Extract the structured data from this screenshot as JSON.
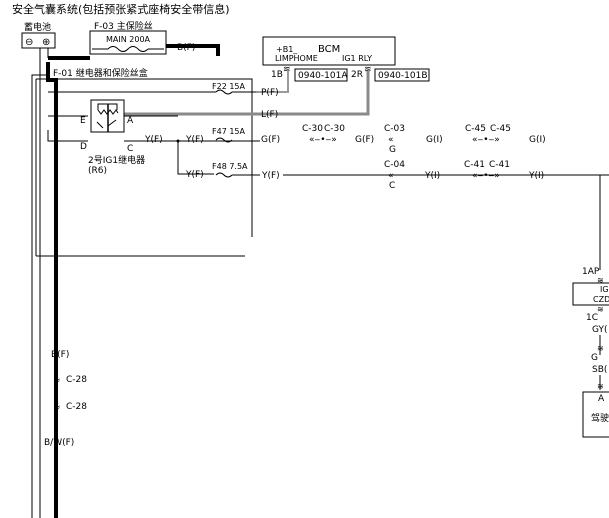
{
  "title": "安全气囊系统(包括预张紧式座椅安全带信息)",
  "battery": {
    "label": "蓄电池",
    "minus": "⊖",
    "plus": "⊕"
  },
  "main_fuse": {
    "code": "F-03 主保险丝",
    "name": "MAIN 200A",
    "wire": "B(F)"
  },
  "relay_box": {
    "code": "F-01 继电器和保险丝盒"
  },
  "bcm": {
    "pin_top": "+B1_",
    "pin_name": "LIMPHOME",
    "title": "BCM",
    "relay": "IG1 RLY",
    "pin1": "1B",
    "conn1": "0940-101A",
    "pin2": "2R",
    "conn2": "0940-101B"
  },
  "fuses": {
    "f22": "F22 15A",
    "f47": "F47 15A",
    "f48": "F48 7.5A"
  },
  "relay": {
    "term_e": "E",
    "term_a": "A",
    "term_d": "D",
    "term_c": "C",
    "name": "2号IG1继电器",
    "code": "(R6)"
  },
  "wires": {
    "p_f": "P(F)",
    "l_f": "L(F)",
    "y_f_1": "Y(F)",
    "y_f_2": "Y(F)",
    "y_f_3": "Y(F)",
    "y_f_4": "Y(F)",
    "g_f_1": "G(F)",
    "g_f_2": "G(F)",
    "g_i_1": "G(I)",
    "g_i_2": "G(I)",
    "y_i_1": "Y(I)",
    "y_i_2": "Y(I)",
    "b_f": "B(F)",
    "bw_f": "B/W(F)"
  },
  "connectors": {
    "c30a": "C-30",
    "c30b": "C-30",
    "c03": "C-03",
    "c03_g": "G",
    "c45a": "C-45",
    "c45b": "C-45",
    "c04": "C-04",
    "c04_c": "C",
    "c41a": "C-41",
    "c41b": "C-41",
    "c28a": "C-28",
    "c28b": "C-28"
  },
  "right_module": {
    "pin_1ap": "1AP",
    "ig": "IG",
    "czd": "CZD",
    "pin_1c": "1C",
    "gy": "GY(",
    "g": "G",
    "sb": "SB(",
    "a": "A",
    "driver": "驾驶"
  }
}
